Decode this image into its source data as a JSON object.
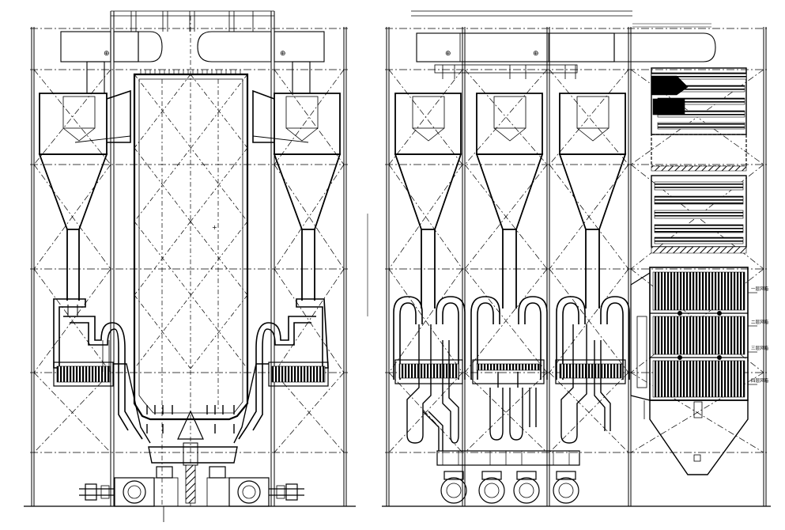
{
  "drawing": {
    "views": [
      {
        "id": "front-elevation",
        "cyclones": 2
      },
      {
        "id": "side-elevation",
        "cyclones": 3
      }
    ],
    "level_labels": [
      "一层风箱",
      "二层风箱",
      "三层风箱",
      "四层风箱"
    ],
    "colors": {
      "line": "#000000",
      "paper": "#ffffff",
      "centerline": "#000000"
    }
  }
}
